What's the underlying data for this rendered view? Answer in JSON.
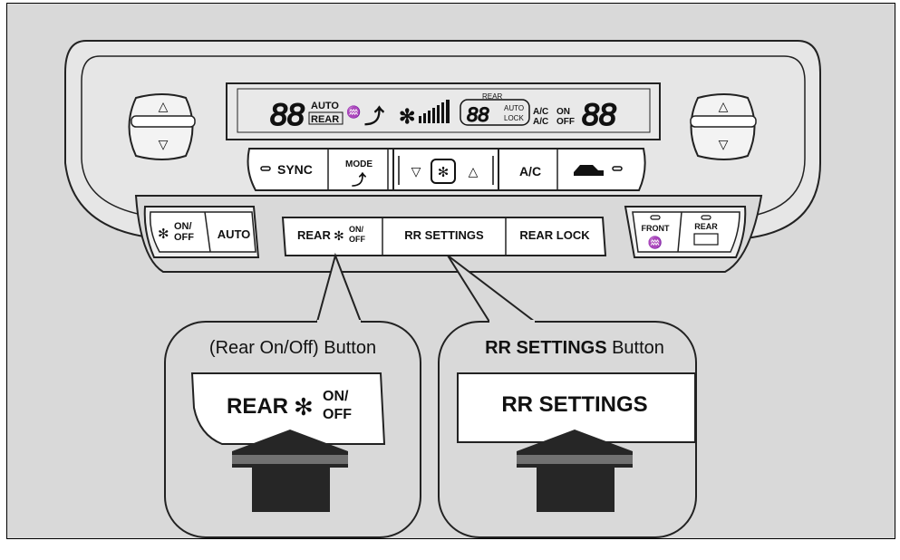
{
  "panel": {
    "display": {
      "temp_left": "88",
      "auto": "AUTO",
      "rear": "REAR",
      "rear_small": "REAR",
      "temp_rear": "88",
      "auto_small": "AUTO",
      "lock_small": "LOCK",
      "ac_top": "A/C",
      "ac_bottom": "A/C",
      "on": "ON",
      "off": "OFF",
      "temp_right": "88"
    },
    "buttons": {
      "sync": "SYNC",
      "mode": "MODE",
      "ac": "A/C",
      "fan_onoff_on": "ON/",
      "fan_onoff_off": "OFF",
      "auto": "AUTO",
      "rear": "REAR",
      "rear_on": "ON/",
      "rear_off": "OFF",
      "rr_settings": "RR SETTINGS",
      "rear_lock": "REAR LOCK",
      "front_defrost": "FRONT",
      "rear_defrost": "REAR"
    },
    "arrows": {
      "up": "△",
      "down": "▽",
      "fan_down": "▽",
      "fan_up": "△"
    }
  },
  "callouts": {
    "left": {
      "title": "(Rear On/Off) Button",
      "button_rear": "REAR",
      "button_on": "ON/",
      "button_off": "OFF"
    },
    "right": {
      "title_bold": "RR SETTINGS",
      "title_rest": " Button",
      "button_label": "RR SETTINGS"
    }
  },
  "colors": {
    "background": "#d9d9d9",
    "button_face": "#ffffff",
    "outline": "#222222",
    "press_arrow": "#262626"
  }
}
